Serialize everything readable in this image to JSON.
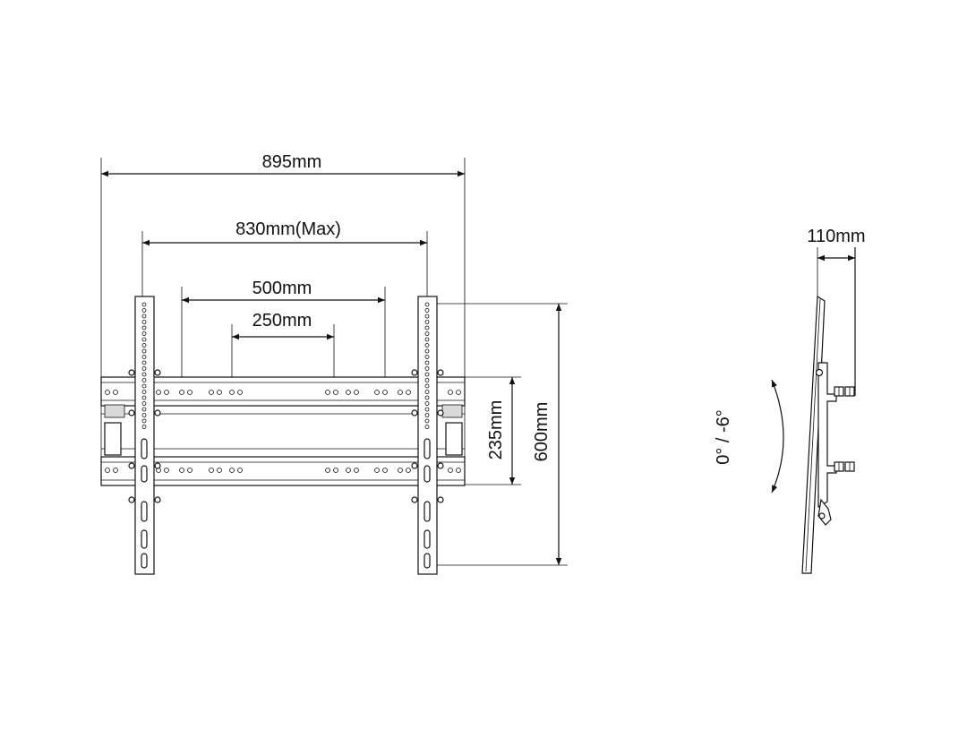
{
  "dimensions": {
    "overall_width": "895mm",
    "max_vesa_width": "830mm(Max)",
    "vesa_500": "500mm",
    "vesa_250": "250mm",
    "height_235": "235mm",
    "height_600": "600mm",
    "depth": "110mm",
    "tilt": "0° / -6°"
  },
  "colors": {
    "line": "#111111",
    "background": "#ffffff",
    "shade": "#d9d9d9"
  }
}
